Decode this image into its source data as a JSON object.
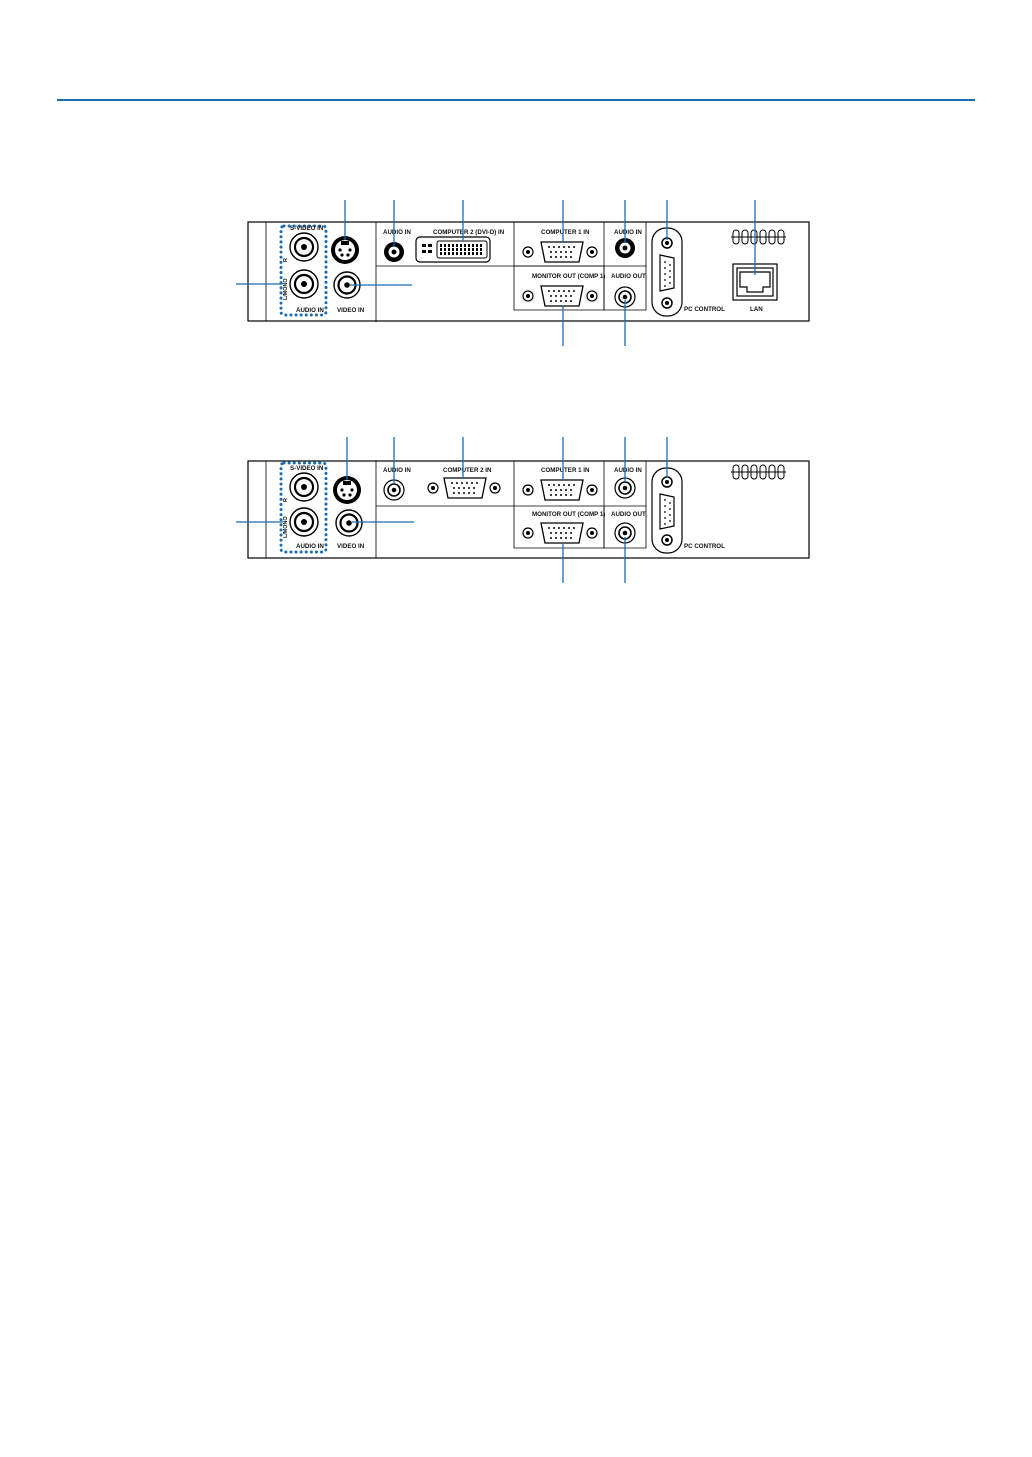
{
  "colors": {
    "rule": "#1b6db1",
    "callout": "#1b6db1",
    "outline": "#000000",
    "dotted_group": "#1b6db1"
  },
  "panel_a": {
    "s_video_in": "S-VIDEO IN",
    "audio_in_rca": "AUDIO IN",
    "l_mono": "L/MONO",
    "r": "R",
    "video_in": "VIDEO IN",
    "audio_in_mini_1": "AUDIO IN",
    "computer2": "COMPUTER 2 (DVI-D) IN",
    "computer1": "COMPUTER 1 IN",
    "audio_in_mini_2": "AUDIO IN",
    "monitor_out": "MONITOR OUT (COMP 1)",
    "audio_out": "AUDIO OUT",
    "pc_control": "PC CONTROL",
    "lan": "LAN"
  },
  "panel_b": {
    "s_video_in": "S-VIDEO IN",
    "audio_in_rca": "AUDIO IN",
    "l_mono": "L/MONO",
    "r": "R",
    "video_in": "VIDEO IN",
    "audio_in_mini_1": "AUDIO IN",
    "computer2": "COMPUTER 2 IN",
    "computer1": "COMPUTER 1 IN",
    "audio_in_mini_2": "AUDIO IN",
    "monitor_out": "MONITOR OUT (COMP 1)",
    "audio_out": "AUDIO OUT",
    "pc_control": "PC CONTROL"
  }
}
